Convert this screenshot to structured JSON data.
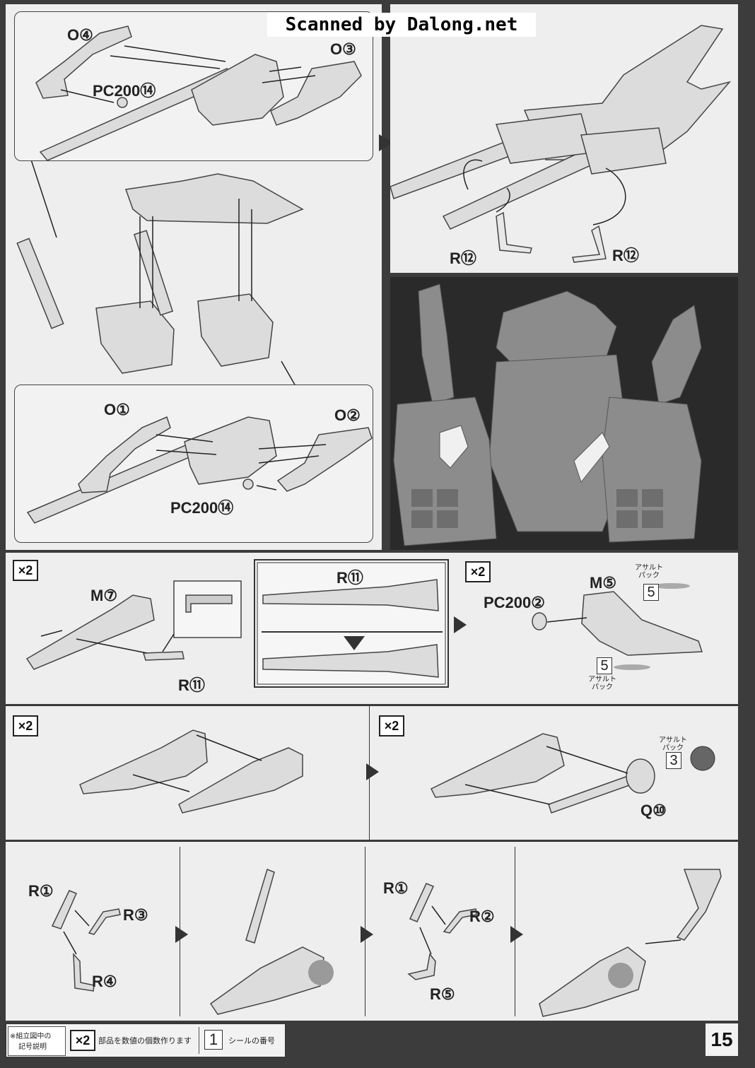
{
  "watermark": "Scanned by Dalong.net",
  "page_number": "15",
  "top_left": {
    "box_top": {
      "label_left": "O④",
      "label_right": "O③",
      "label_pc": "PC200⑭"
    },
    "box_bottom": {
      "label_left": "O①",
      "label_right": "O②",
      "label_pc": "PC200⑭"
    }
  },
  "top_right": {
    "label_left": "R⑫",
    "label_right": "R⑫"
  },
  "step_row1": {
    "multiplier": "×2",
    "part_m": "M⑦",
    "part_r": "R⑪",
    "inset_part": "R⑪",
    "multiplier_right": "×2",
    "pc_label": "PC200②",
    "part_m_right": "M⑤",
    "sticker_caption": "アサルトパック",
    "sticker_caption_bottom": "アサルトパック",
    "sticker_num_top": "5",
    "sticker_num_bottom": "5"
  },
  "step_row2": {
    "multiplier_left": "×2",
    "multiplier_right": "×2",
    "sticker_caption": "アサルトパック",
    "sticker_num": "3",
    "part_q": "Q⑩"
  },
  "step_row3": {
    "a_r1": "R①",
    "a_r3": "R③",
    "a_r4": "R④",
    "b_r1": "R①",
    "b_r2": "R②",
    "b_r5": "R⑤"
  },
  "legend": {
    "symbol_caption_line1": "※組立図中の",
    "symbol_caption_line2": "記号説明",
    "multiplier": "×2",
    "multiplier_text": "部品を数値の個数作ります",
    "sticker_num": "1",
    "sticker_text": "シールの番号"
  },
  "colors": {
    "panel": "#eeeeee",
    "border": "#3c3c3c",
    "line": "#333333",
    "part": "#d8d8d8"
  }
}
